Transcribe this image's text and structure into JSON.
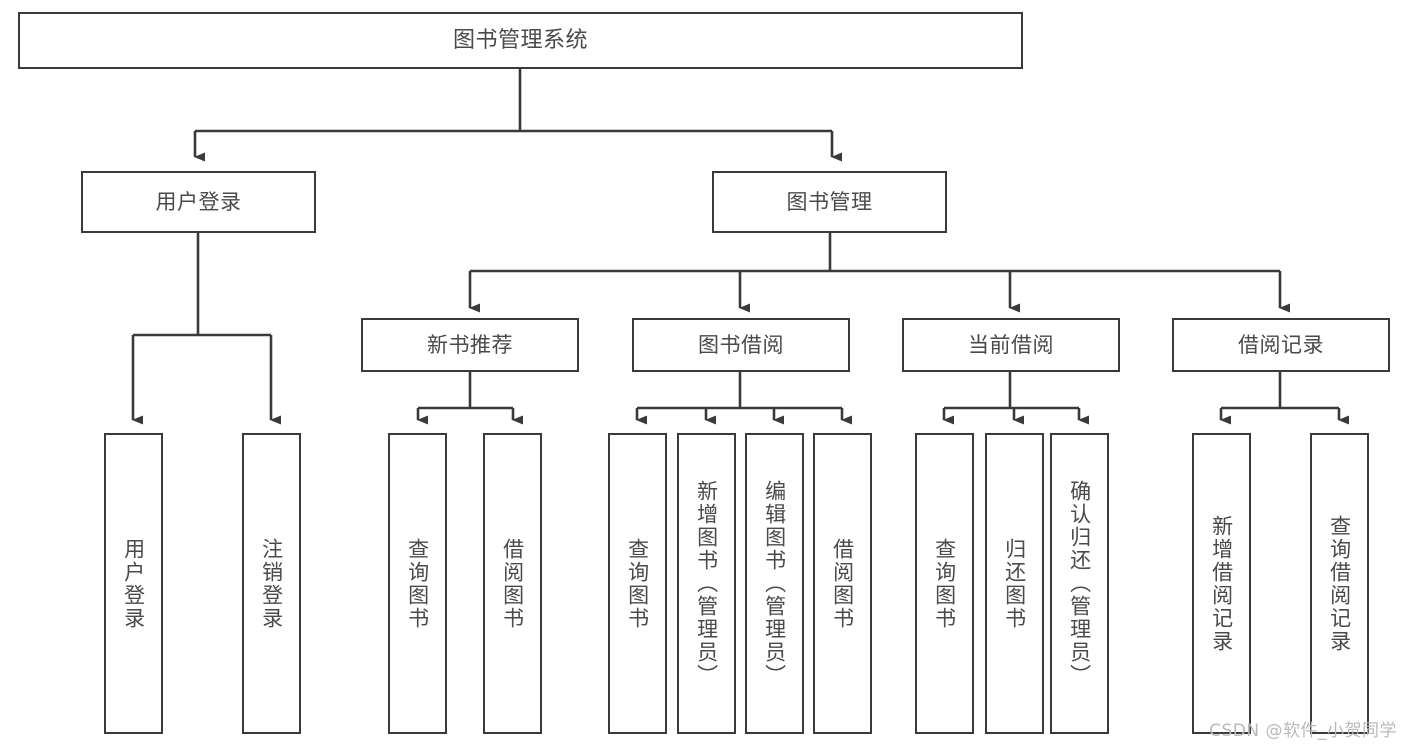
{
  "diagram": {
    "type": "tree",
    "title": "图书管理系统",
    "orientation": "top-down",
    "colors": {
      "box_border": "#3a3a3a",
      "box_fill": "#ffffff",
      "edge": "#3a3a3a",
      "text": "#4a4a4a",
      "watermark": "#b9b9b9",
      "background": "#ffffff"
    },
    "root": {
      "id": "root",
      "label": "图书管理系统",
      "text_orientation": "horizontal"
    },
    "level2": [
      {
        "id": "user-login",
        "label": "用户登录",
        "text_orientation": "horizontal"
      },
      {
        "id": "book-management",
        "label": "图书管理",
        "text_orientation": "horizontal"
      }
    ],
    "level3": [
      {
        "id": "new-book-recommend",
        "label": "新书推荐",
        "parent": "book-management",
        "text_orientation": "horizontal"
      },
      {
        "id": "book-borrow",
        "label": "图书借阅",
        "parent": "book-management",
        "text_orientation": "horizontal"
      },
      {
        "id": "current-borrow",
        "label": "当前借阅",
        "parent": "book-management",
        "text_orientation": "horizontal"
      },
      {
        "id": "borrow-record",
        "label": "借阅记录",
        "parent": "book-management",
        "text_orientation": "horizontal"
      }
    ],
    "leaves": [
      {
        "id": "leaf-user-login",
        "label": "用户登录",
        "parent": "user-login",
        "text_orientation": "vertical"
      },
      {
        "id": "leaf-logout",
        "label": "注销登录",
        "parent": "user-login",
        "text_orientation": "vertical"
      },
      {
        "id": "leaf-query-book-1",
        "label": "查询图书",
        "parent": "new-book-recommend",
        "text_orientation": "vertical"
      },
      {
        "id": "leaf-borrow-book-1",
        "label": "借阅图书",
        "parent": "new-book-recommend",
        "text_orientation": "vertical"
      },
      {
        "id": "leaf-query-book-2",
        "label": "查询图书",
        "parent": "book-borrow",
        "text_orientation": "vertical"
      },
      {
        "id": "leaf-add-book",
        "label": "新增图书（管理员）",
        "parent": "book-borrow",
        "text_orientation": "vertical"
      },
      {
        "id": "leaf-edit-book",
        "label": "编辑图书（管理员）",
        "parent": "book-borrow",
        "text_orientation": "vertical"
      },
      {
        "id": "leaf-borrow-book-2",
        "label": "借阅图书",
        "parent": "book-borrow",
        "text_orientation": "vertical"
      },
      {
        "id": "leaf-query-book-3",
        "label": "查询图书",
        "parent": "current-borrow",
        "text_orientation": "vertical"
      },
      {
        "id": "leaf-return-book",
        "label": "归还图书",
        "parent": "current-borrow",
        "text_orientation": "vertical"
      },
      {
        "id": "leaf-confirm-return",
        "label": "确认归还（管理员）",
        "parent": "current-borrow",
        "text_orientation": "vertical"
      },
      {
        "id": "leaf-add-record",
        "label": "新增借阅记录",
        "parent": "borrow-record",
        "text_orientation": "vertical"
      },
      {
        "id": "leaf-query-record",
        "label": "查询借阅记录",
        "parent": "borrow-record",
        "text_orientation": "vertical"
      }
    ],
    "watermark": "CSDN @软件_小贺同学"
  }
}
